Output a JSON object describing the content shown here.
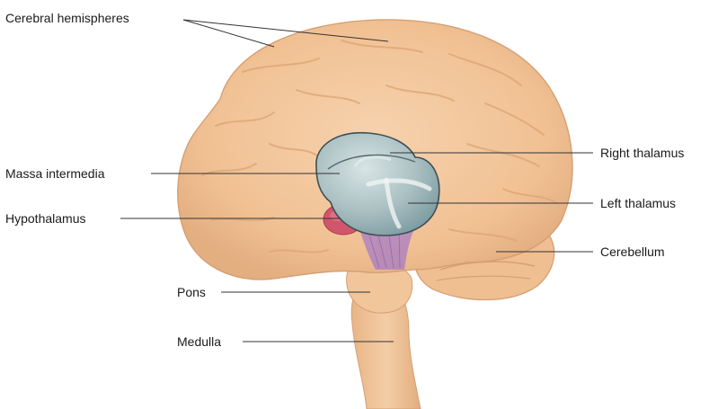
{
  "labels": {
    "cerebral_hemispheres": "Cerebral hemispheres",
    "massa_intermedia": "Massa intermedia",
    "hypothalamus": "Hypothalamus",
    "pons": "Pons",
    "medulla": "Medulla",
    "right_thalamus": "Right thalamus",
    "left_thalamus": "Left thalamus",
    "cerebellum": "Cerebellum"
  },
  "colors": {
    "brain_tan": "#f3c79c",
    "brain_shadow": "#d9a377",
    "thalamus_blue": "#aec4c6",
    "hypothalamus_red": "#d2566b",
    "tract_purple": "#a77cc4",
    "leader_line": "#333333"
  }
}
